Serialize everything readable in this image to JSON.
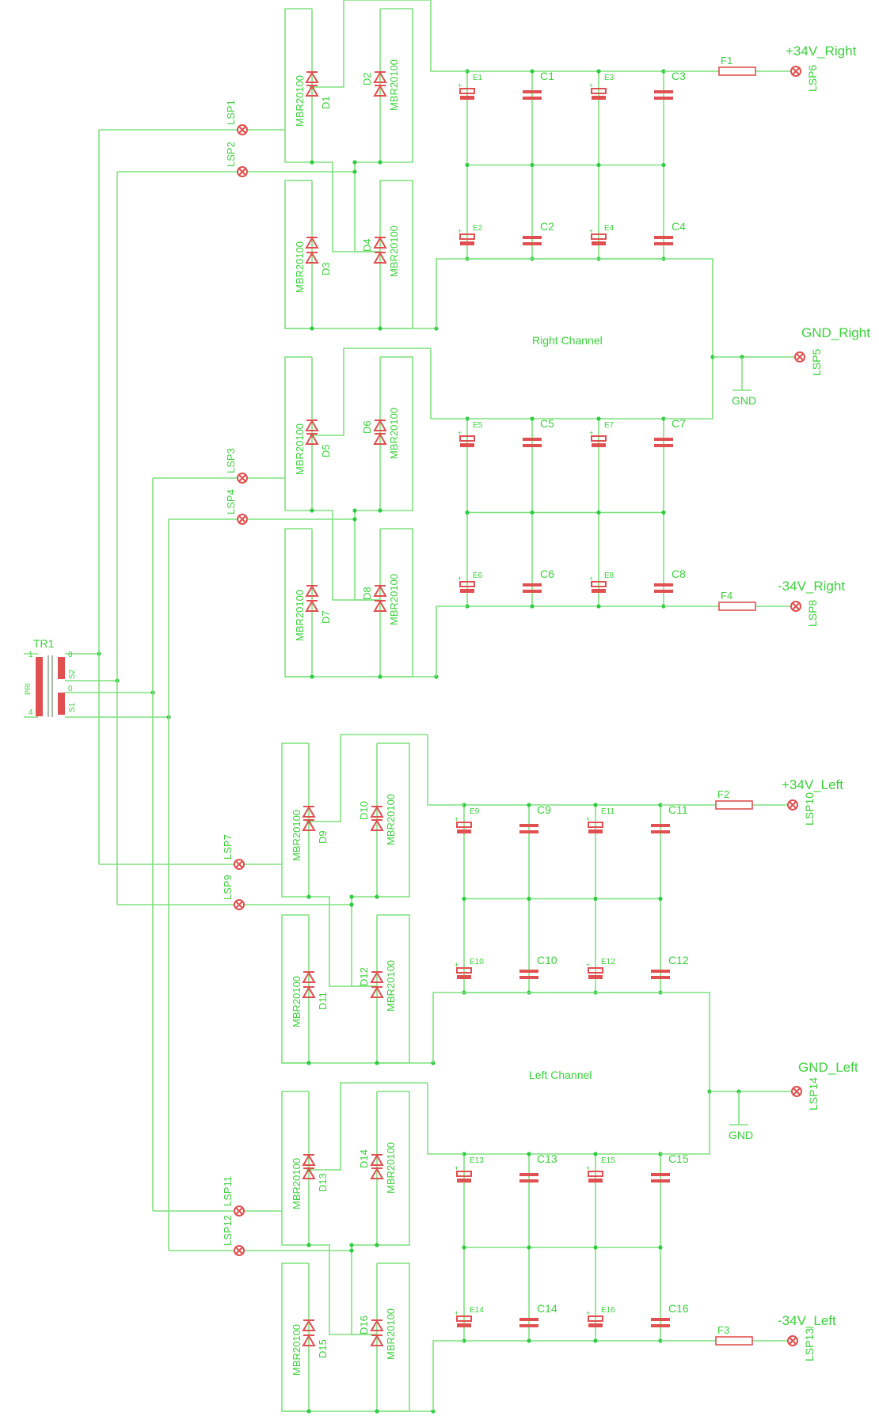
{
  "transformer": {
    "name": "TR1",
    "pri": "PRI",
    "pin1": "1",
    "pin4": "4",
    "pin8": "8",
    "pin0": "0",
    "s2": "S2",
    "s1": "S1"
  },
  "diode_part": "MBR20100",
  "rails": [
    {
      "out": "+34V_Right",
      "fuse": "F1",
      "conn": "LSP6"
    },
    {
      "out": "-34V_Right",
      "fuse": "F4",
      "conn": "LSP8"
    },
    {
      "out": "+34V_Left",
      "fuse": "F2",
      "conn": "LSP10"
    },
    {
      "out": "-34V_Left",
      "fuse": "F3",
      "conn": "LSP13"
    }
  ],
  "grounds": [
    {
      "out": "GND_Right",
      "conn": "LSP5",
      "gnd": "GND",
      "channel": "Right Channel"
    },
    {
      "out": "GND_Left",
      "conn": "LSP14",
      "gnd": "GND",
      "channel": "Left Channel"
    }
  ],
  "bridges": [
    {
      "a": "D1",
      "b": "D2",
      "c": "D3",
      "d": "D4",
      "in1": "LSP1",
      "in2": "LSP2"
    },
    {
      "a": "D5",
      "b": "D6",
      "c": "D7",
      "d": "D8",
      "in1": "LSP3",
      "in2": "LSP4"
    },
    {
      "a": "D9",
      "b": "D10",
      "c": "D11",
      "d": "D12",
      "in1": "LSP7",
      "in2": "LSP9"
    },
    {
      "a": "D13",
      "b": "D14",
      "c": "D15",
      "d": "D16",
      "in1": "LSP11",
      "in2": "LSP12"
    }
  ],
  "cap_banks": [
    {
      "top": [
        "E1",
        "C1",
        "E3",
        "C3"
      ],
      "bottom": [
        "E2",
        "C2",
        "E4",
        "C4"
      ]
    },
    {
      "top": [
        "E5",
        "C5",
        "E7",
        "C7"
      ],
      "bottom": [
        "E6",
        "C6",
        "E8",
        "C8"
      ]
    },
    {
      "top": [
        "E9",
        "C9",
        "E11",
        "C11"
      ],
      "bottom": [
        "E10",
        "C10",
        "E12",
        "C12"
      ]
    },
    {
      "top": [
        "E13",
        "C13",
        "E15",
        "C15"
      ],
      "bottom": [
        "E14",
        "C14",
        "E16",
        "C16"
      ]
    }
  ]
}
